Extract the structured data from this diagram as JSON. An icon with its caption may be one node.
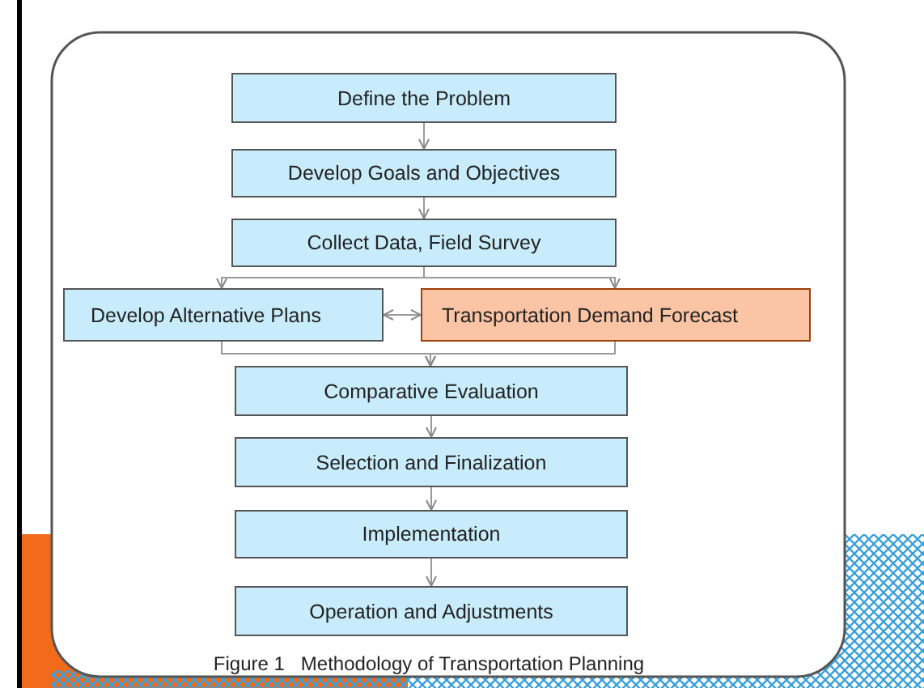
{
  "diagram": {
    "caption": "Figure 1   Methodology of Transportation Planning",
    "nodes": [
      {
        "text": [
          "Define the Problem"
        ]
      },
      {
        "text": [
          "Develop Goals and Objectives"
        ]
      },
      {
        "text": [
          "Collect Data, Field Survey"
        ]
      },
      {
        "text": [
          "Develop Alternative Plans"
        ]
      },
      {
        "text": [
          "Transportation Demand Forecast"
        ]
      },
      {
        "text": [
          "Comparative Evaluation"
        ]
      },
      {
        "text": [
          "Selection and Finalization"
        ]
      },
      {
        "text": [
          "Implementation"
        ]
      },
      {
        "text": [
          "Operation and Adjustments"
        ]
      }
    ],
    "edges": [
      {
        "from": 0,
        "to": 1,
        "arrow": "to"
      },
      {
        "from": 1,
        "to": 2,
        "arrow": "to"
      },
      {
        "from": 2,
        "to": 3,
        "arrow": "to"
      },
      {
        "from": 2,
        "to": 4,
        "arrow": "to"
      },
      {
        "from": 3,
        "to": 4,
        "arrow": "both"
      },
      {
        "from": 3,
        "to": 5,
        "arrow": "to"
      },
      {
        "from": 4,
        "to": 5,
        "arrow": "to"
      },
      {
        "from": 5,
        "to": 6,
        "arrow": "to"
      },
      {
        "from": 6,
        "to": 7,
        "arrow": "to"
      },
      {
        "from": 7,
        "to": 8,
        "arrow": "to"
      }
    ]
  }
}
